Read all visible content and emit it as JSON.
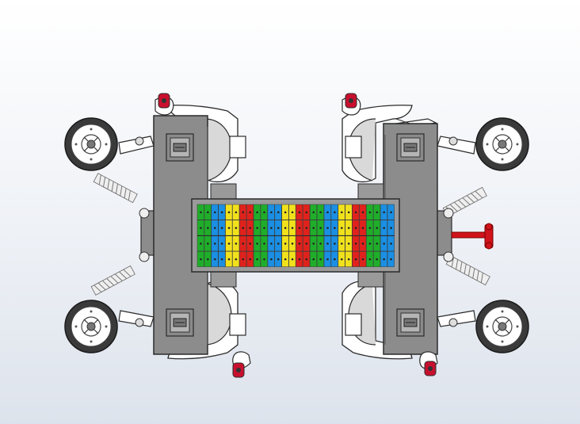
{
  "scene": {
    "view": "top",
    "colors": {
      "frame": "#8c8c8c",
      "frame_dark": "#6f6f6f",
      "outline": "#2b2b2b",
      "tire": "#3a3a3a",
      "hub": "#ffffff",
      "spring": "#e6e6e6",
      "caster_mount": "#c8102e",
      "handle": "#d0121b",
      "tray": "#9a9a9a"
    },
    "tray_column_colors": [
      "#1fae2a",
      "#1a8fe3",
      "#f1e11c",
      "#e0221c"
    ],
    "tray_columns": 28,
    "tray_rows": 4
  }
}
